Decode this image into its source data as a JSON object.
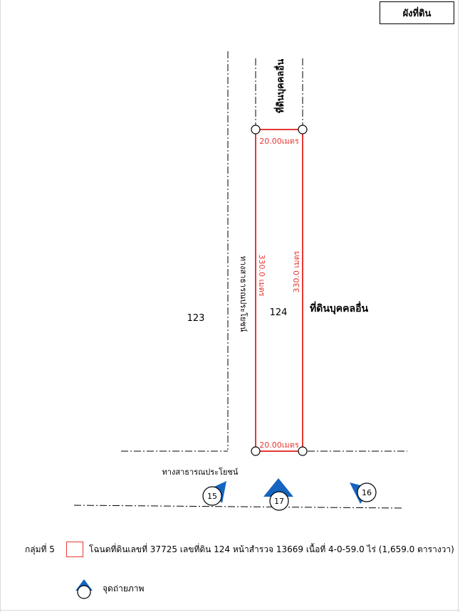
{
  "title": "ผังที่ดิน",
  "labels": {
    "neighbor_north": "ที่ดินบุคคลอื่น",
    "neighbor_east": "ที่ดินบุคคลอื่น",
    "road_west": "ทางสาธารณประโยชน์",
    "road_south": "ทางสาธารณประโยชน์",
    "parcel_west": "123",
    "parcel_main": "124",
    "dim_top": "20.00เมตร",
    "dim_bottom": "20.00เมตร",
    "dim_left": "330.0 เมตร",
    "dim_right": "330.0 เมตร"
  },
  "photo_points": [
    {
      "number": "15",
      "arrow_direction": "upper-right"
    },
    {
      "number": "17",
      "arrow_direction": "up"
    },
    {
      "number": "16",
      "arrow_direction": "upper-left"
    }
  ],
  "legend": {
    "group": "กลุ่มที่ 5",
    "deed_text": "โฉนดที่ดินเลขที่ 37725 เลขที่ดิน 124 หน้าสำรวจ 13669 เนื้อที่ 4-0-59.0 ไร่ (1,659.0 ตารางวา)",
    "photo_point_label": "จุดถ่ายภาพ"
  },
  "colors": {
    "boundary": "#e53935",
    "dimension_text": "#e53935",
    "arrow_fill": "#1565c0",
    "line": "#000000"
  }
}
